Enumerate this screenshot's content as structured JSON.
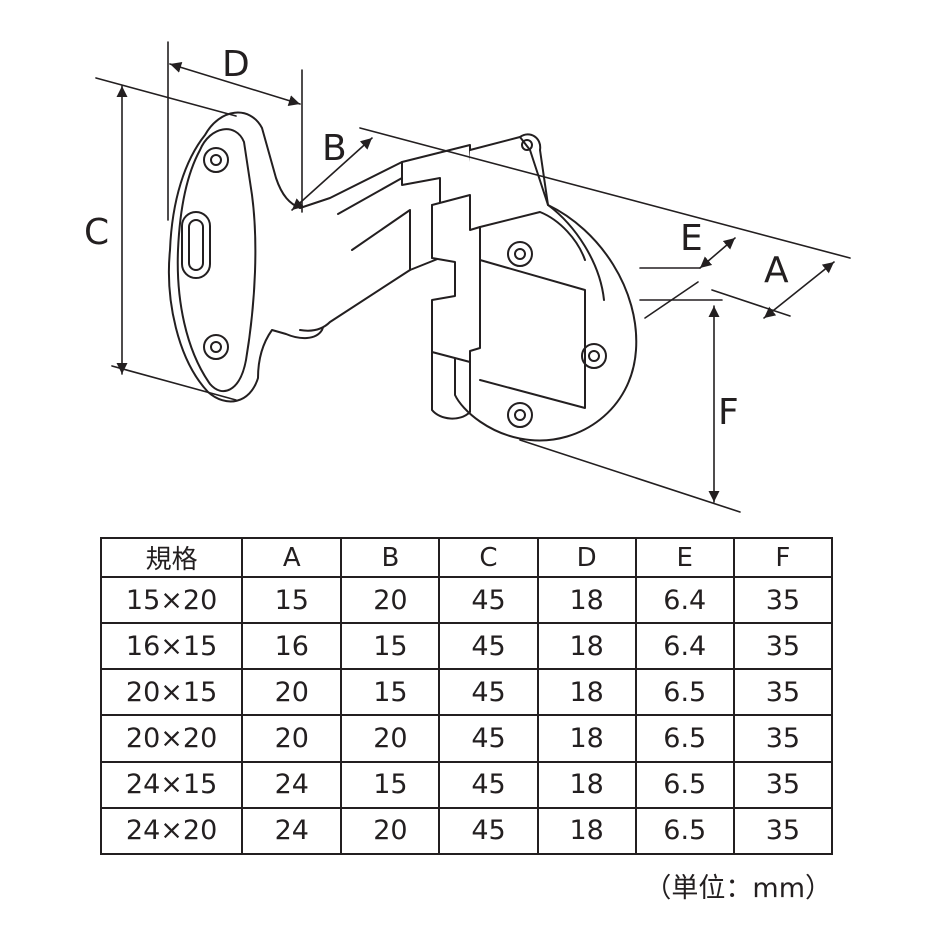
{
  "diagram": {
    "labels": {
      "A": "A",
      "B": "B",
      "C": "C",
      "D": "D",
      "E": "E",
      "F": "F"
    }
  },
  "table": {
    "headers": [
      "規格",
      "A",
      "B",
      "C",
      "D",
      "E",
      "F"
    ],
    "rows": [
      [
        "15×20",
        "15",
        "20",
        "45",
        "18",
        "6.4",
        "35"
      ],
      [
        "16×15",
        "16",
        "15",
        "45",
        "18",
        "6.4",
        "35"
      ],
      [
        "20×15",
        "20",
        "15",
        "45",
        "18",
        "6.5",
        "35"
      ],
      [
        "20×20",
        "20",
        "20",
        "45",
        "18",
        "6.5",
        "35"
      ],
      [
        "24×15",
        "24",
        "15",
        "45",
        "18",
        "6.5",
        "35"
      ],
      [
        "24×20",
        "24",
        "20",
        "45",
        "18",
        "6.5",
        "35"
      ]
    ]
  },
  "unit_note": "（単位：mm）"
}
